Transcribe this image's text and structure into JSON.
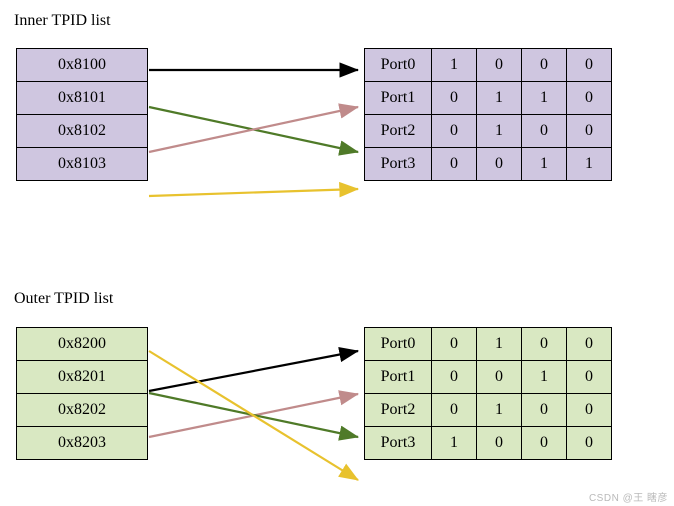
{
  "sections": [
    {
      "title": "Inner TPID list",
      "palette": "#cfc6e0",
      "tpids": [
        "0x8100",
        "0x8101",
        "0x8102",
        "0x8103"
      ],
      "ports": [
        {
          "name": "Port0",
          "bits": [
            "1",
            "0",
            "0",
            "0"
          ]
        },
        {
          "name": "Port1",
          "bits": [
            "0",
            "1",
            "1",
            "0"
          ]
        },
        {
          "name": "Port2",
          "bits": [
            "0",
            "1",
            "0",
            "0"
          ]
        },
        {
          "name": "Port3",
          "bits": [
            "0",
            "0",
            "1",
            "1"
          ]
        }
      ],
      "arrows": [
        {
          "from": 0,
          "to": 0,
          "color": "#000000"
        },
        {
          "from": 1,
          "to": 2,
          "color": "#4f7a28"
        },
        {
          "from": 2,
          "to": 1,
          "color": "#c08b8b"
        },
        {
          "from": 3,
          "to": 3,
          "color": "#e8c22e"
        }
      ]
    },
    {
      "title": "Outer TPID list",
      "palette": "#d9e8c2",
      "tpids": [
        "0x8200",
        "0x8201",
        "0x8202",
        "0x8203"
      ],
      "ports": [
        {
          "name": "Port0",
          "bits": [
            "0",
            "1",
            "0",
            "0"
          ]
        },
        {
          "name": "Port1",
          "bits": [
            "0",
            "0",
            "1",
            "0"
          ]
        },
        {
          "name": "Port2",
          "bits": [
            "0",
            "1",
            "0",
            "0"
          ]
        },
        {
          "name": "Port3",
          "bits": [
            "1",
            "0",
            "0",
            "0"
          ]
        }
      ],
      "arrows": [
        {
          "from": 1,
          "to": 0,
          "color": "#000000"
        },
        {
          "from": 2,
          "to": 1,
          "color": "#c08b8b"
        },
        {
          "from": 1,
          "to": 2,
          "color": "#4f7a28"
        },
        {
          "from": 0,
          "to": 3,
          "color": "#e8c22e"
        }
      ]
    }
  ],
  "watermark": "CSDN @王 瞎彦"
}
